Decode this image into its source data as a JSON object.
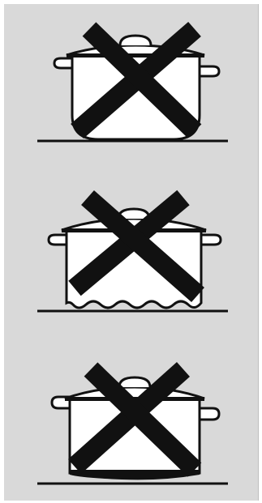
{
  "figure": {
    "background": "#ffffff",
    "panel_color": "#d9d9d9",
    "ink_color": "#111111",
    "pot_fill": "#ffffff",
    "items": [
      {
        "name": "pot-rounded-bottom",
        "icon": "cross-icon",
        "bottom_shape": "rounded"
      },
      {
        "name": "pot-wavy-bottom",
        "icon": "cross-icon",
        "bottom_shape": "wavy"
      },
      {
        "name": "pot-flat-thick-bottom",
        "icon": "cross-icon",
        "bottom_shape": "flat-thick"
      }
    ]
  }
}
